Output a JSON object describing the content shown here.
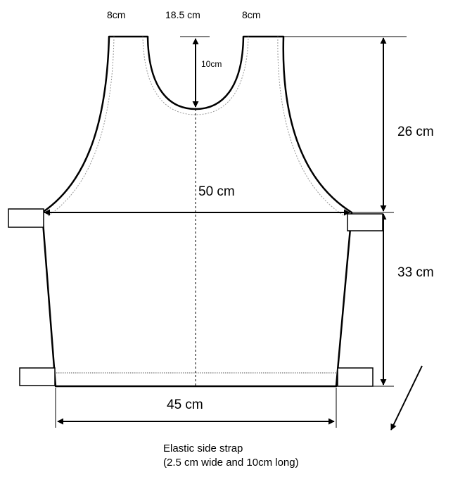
{
  "labels": {
    "strap_left_width": "8cm",
    "neck_width": "18.5 cm",
    "strap_right_width": "8cm",
    "neck_depth": "10cm",
    "upper_height": "26 cm",
    "chest_width": "50 cm",
    "lower_height": "33 cm",
    "hem_width": "45 cm"
  },
  "caption": {
    "line1": "Elastic side strap",
    "line2": "(2.5 cm wide and 10cm long)"
  },
  "colors": {
    "outline": "#000000",
    "seam": "#999999"
  }
}
